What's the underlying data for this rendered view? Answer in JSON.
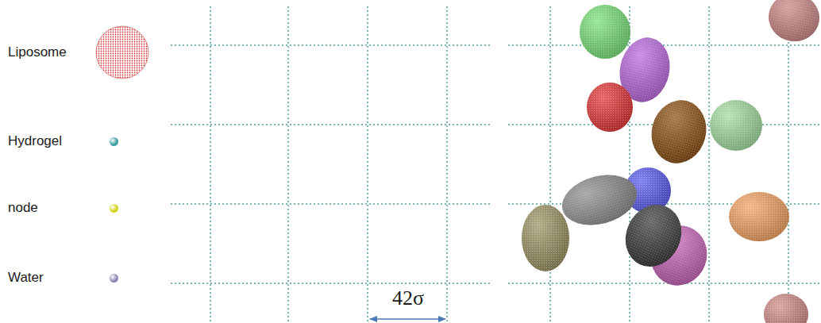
{
  "diagram": {
    "labels": [
      "42σ"
    ],
    "legend": [
      {
        "text": "Liposome"
      },
      {
        "text": "Hydrogel",
        "color": "#3a9fa3"
      },
      {
        "text": "node",
        "color": "#d6d21e"
      },
      {
        "text": "Water",
        "color": "#8c86b4"
      }
    ]
  }
}
